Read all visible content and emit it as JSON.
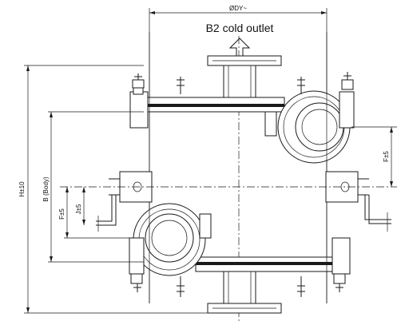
{
  "labels": {
    "outlet": "B2 cold outlet",
    "diameter": "ØDY~",
    "height": "H±10",
    "body": "B (Body)",
    "f_left": "F±5",
    "j_left": "J±5",
    "f_right": "F±5"
  }
}
